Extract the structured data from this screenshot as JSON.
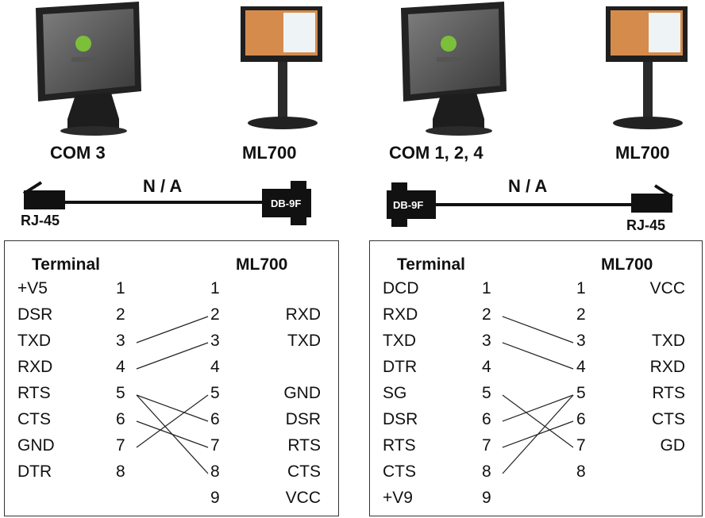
{
  "left": {
    "device_a": "COM 3",
    "device_b": "ML700",
    "cable_label": "N / A",
    "conn_a": "RJ-45",
    "conn_b": "DB-9F",
    "header_a": "Terminal",
    "header_b": "ML700",
    "terminal": [
      {
        "sig": "+V5",
        "pin": "1"
      },
      {
        "sig": "DSR",
        "pin": "2"
      },
      {
        "sig": "TXD",
        "pin": "3"
      },
      {
        "sig": "RXD",
        "pin": "4"
      },
      {
        "sig": "RTS",
        "pin": "5"
      },
      {
        "sig": "CTS",
        "pin": "6"
      },
      {
        "sig": "GND",
        "pin": "7"
      },
      {
        "sig": "DTR",
        "pin": "8"
      }
    ],
    "ml700": [
      {
        "pin": "1",
        "sig": ""
      },
      {
        "pin": "2",
        "sig": "RXD"
      },
      {
        "pin": "3",
        "sig": "TXD"
      },
      {
        "pin": "4",
        "sig": ""
      },
      {
        "pin": "5",
        "sig": "GND"
      },
      {
        "pin": "6",
        "sig": "DSR"
      },
      {
        "pin": "7",
        "sig": "RTS"
      },
      {
        "pin": "8",
        "sig": "CTS"
      },
      {
        "pin": "9",
        "sig": "VCC"
      }
    ],
    "wires": [
      [
        3,
        2
      ],
      [
        4,
        3
      ],
      [
        5,
        6
      ],
      [
        5,
        8
      ],
      [
        6,
        7
      ],
      [
        7,
        5
      ]
    ]
  },
  "right": {
    "device_a": "COM 1, 2, 4",
    "device_b": "ML700",
    "cable_label": "N / A",
    "conn_a": "DB-9F",
    "conn_b": "RJ-45",
    "header_a": "Terminal",
    "header_b": "ML700",
    "terminal": [
      {
        "sig": "DCD",
        "pin": "1"
      },
      {
        "sig": "RXD",
        "pin": "2"
      },
      {
        "sig": "TXD",
        "pin": "3"
      },
      {
        "sig": "DTR",
        "pin": "4"
      },
      {
        "sig": "SG",
        "pin": "5"
      },
      {
        "sig": "DSR",
        "pin": "6"
      },
      {
        "sig": "RTS",
        "pin": "7"
      },
      {
        "sig": "CTS",
        "pin": "8"
      },
      {
        "sig": "+V9",
        "pin": "9"
      }
    ],
    "ml700": [
      {
        "pin": "1",
        "sig": "VCC"
      },
      {
        "pin": "2",
        "sig": ""
      },
      {
        "pin": "3",
        "sig": "TXD"
      },
      {
        "pin": "4",
        "sig": "RXD"
      },
      {
        "pin": "5",
        "sig": "RTS"
      },
      {
        "pin": "6",
        "sig": "CTS"
      },
      {
        "pin": "7",
        "sig": "GD"
      },
      {
        "pin": "8",
        "sig": ""
      }
    ],
    "wires": [
      [
        2,
        3
      ],
      [
        3,
        4
      ],
      [
        5,
        7
      ],
      [
        6,
        5
      ],
      [
        7,
        6
      ],
      [
        8,
        5
      ]
    ]
  },
  "icons": [
    "android-terminal-icon",
    "ml700-display-icon",
    "rj45-plug-icon",
    "db9-connector-icon"
  ]
}
